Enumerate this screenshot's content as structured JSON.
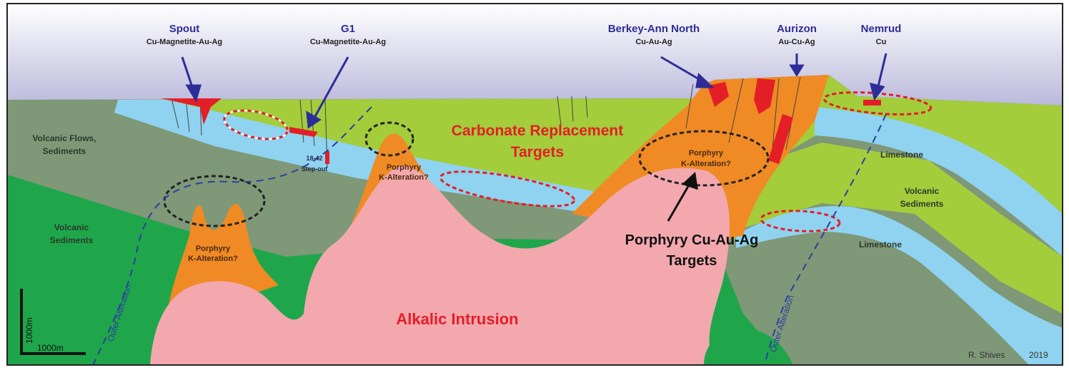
{
  "deposits": [
    {
      "name": "Spout",
      "type": "Cu-Magnetite-Au-Ag"
    },
    {
      "name": "G1",
      "type": "Cu-Magnetite-Au-Ag"
    },
    {
      "name": "Berkey-Ann North",
      "type": "Cu-Au-Ag"
    },
    {
      "name": "Aurizon",
      "type": "Au-Cu-Ag"
    },
    {
      "name": "Nemrud",
      "type": "Cu"
    }
  ],
  "targets": {
    "carbonate": [
      "Carbonate Replacement",
      "Targets"
    ],
    "porphyry": [
      "Porphyry Cu-Au-Ag",
      "Targets"
    ]
  },
  "units": {
    "intrusion": "Alkalic Intrusion",
    "volcanic_flows": [
      "Volcanic Flows,",
      "Sediments"
    ],
    "volcanic_sed_left": [
      "Volcanic",
      "Sediments"
    ],
    "volcanic_sed_right": [
      "Volcanic",
      "Sediments"
    ],
    "limestone_upper": "Limestone",
    "limestone_lower": "Limestone",
    "porphyry_k": [
      "Porphyry",
      "K-Alteration?"
    ],
    "outer_alteration": "Outer Alteration"
  },
  "drillhole": [
    "18-42",
    "Step-out"
  ],
  "scale": {
    "vertical": "1000m",
    "horizontal": "1000m"
  },
  "credit": {
    "author": "R. Shives",
    "year": "2019"
  },
  "colors": {
    "sky_top": "#ffffff",
    "sky_bottom": "#b9b9dc",
    "lime": "#a3cd3b",
    "limestone": "#8fd3f0",
    "graygreen": "#7e9878",
    "green": "#1fa64b",
    "orange": "#f08a24",
    "pink": "#f3a8ae",
    "ore": "#e41e26"
  }
}
